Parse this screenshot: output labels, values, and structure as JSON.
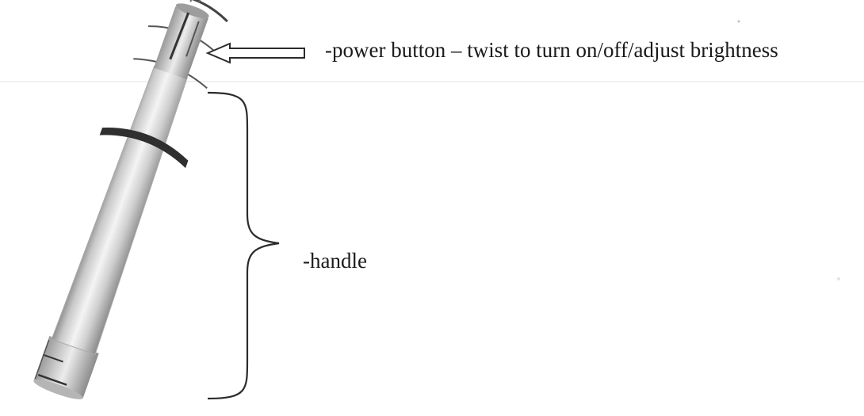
{
  "labels": {
    "power_button": "-power button – twist to turn on/off/adjust brightness",
    "handle": "-handle"
  },
  "icons": {
    "device": "flashlight-illustration",
    "pointer": "hollow-arrow-left",
    "bracket": "curly-brace-right"
  }
}
